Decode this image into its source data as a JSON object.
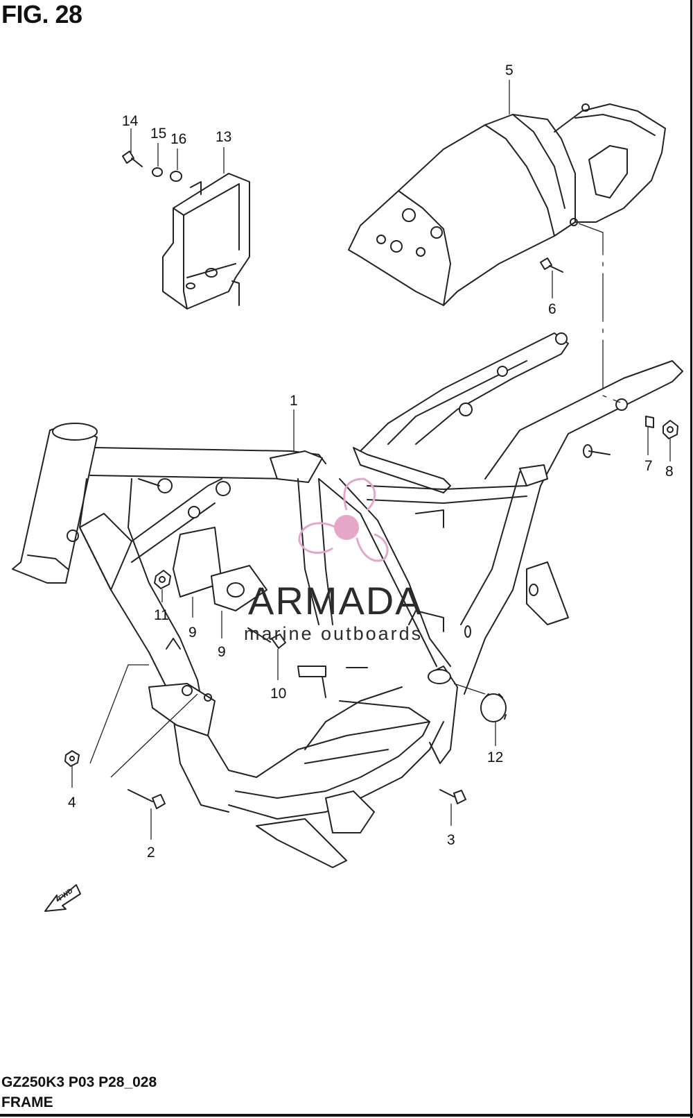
{
  "figure": {
    "title": "FIG. 28",
    "code": "GZ250K3 P03 P28_028",
    "name": "FRAME"
  },
  "watermark": {
    "brand": "ARMADA",
    "tagline": "marine outboards",
    "logo_color": "#e6a6c7",
    "icon": "propeller-logo-icon"
  },
  "fwd_label": "FWD",
  "callouts": [
    {
      "id": "c1",
      "label": "1"
    },
    {
      "id": "c2",
      "label": "2"
    },
    {
      "id": "c3",
      "label": "3"
    },
    {
      "id": "c4",
      "label": "4"
    },
    {
      "id": "c5",
      "label": "5"
    },
    {
      "id": "c6",
      "label": "6"
    },
    {
      "id": "c7",
      "label": "7"
    },
    {
      "id": "c8",
      "label": "8"
    },
    {
      "id": "c9a",
      "label": "9"
    },
    {
      "id": "c9b",
      "label": "9"
    },
    {
      "id": "c10",
      "label": "10"
    },
    {
      "id": "c11",
      "label": "11"
    },
    {
      "id": "c12",
      "label": "12"
    },
    {
      "id": "c13",
      "label": "13"
    },
    {
      "id": "c14",
      "label": "14"
    },
    {
      "id": "c15",
      "label": "15"
    },
    {
      "id": "c16",
      "label": "16"
    }
  ]
}
